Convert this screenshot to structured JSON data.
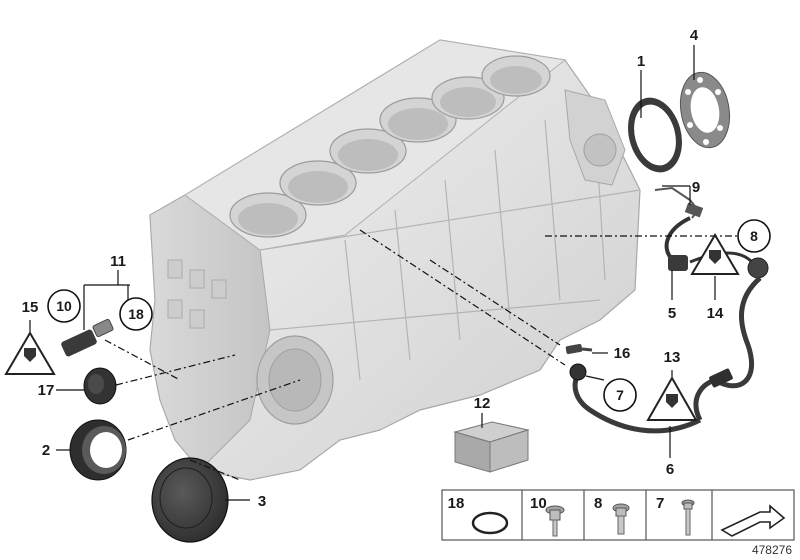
{
  "diagram": {
    "part_labels": {
      "p1": "1",
      "p2": "2",
      "p3": "3",
      "p4": "4",
      "p5": "5",
      "p6": "6",
      "p9": "9",
      "p11": "11",
      "p12": "12",
      "p13": "13",
      "p14": "14",
      "p15": "15",
      "p16": "16",
      "p17": "17"
    },
    "circled_labels": {
      "c7": "7",
      "c8": "8",
      "c10": "10",
      "c18": "18"
    },
    "legend": {
      "l18": "18",
      "l10": "10",
      "l8": "8",
      "l7": "7"
    },
    "reference_number": "478276"
  }
}
